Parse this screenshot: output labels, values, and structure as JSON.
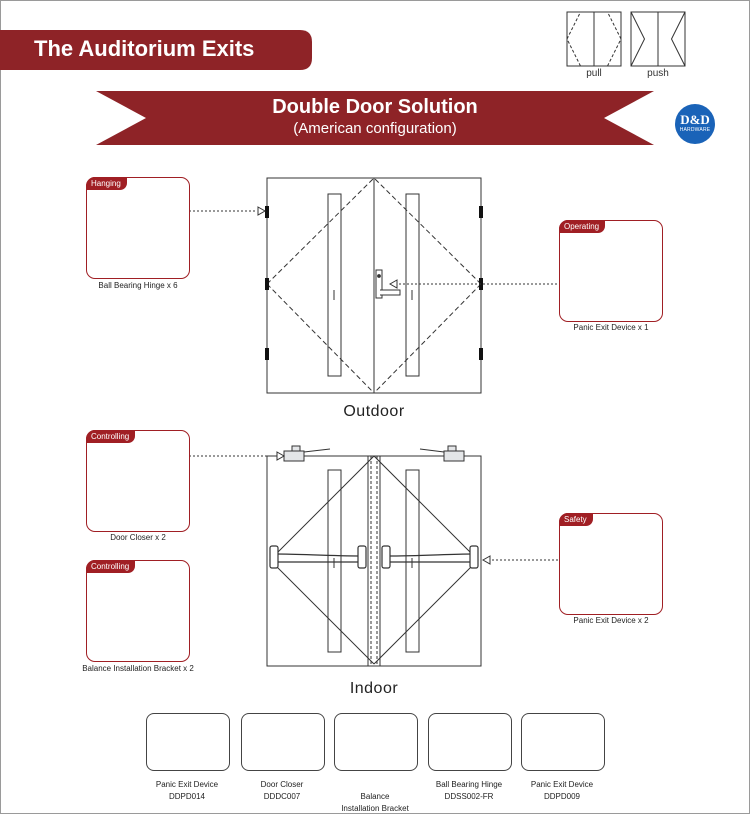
{
  "header": {
    "title": "The Auditorium Exits"
  },
  "legend": {
    "pull_label": "pull",
    "push_label": "push"
  },
  "subtitle": {
    "main": "Double Door Solution",
    "sub": "(American configuration)"
  },
  "logo": {
    "line1": "D&D",
    "line2": "HARDWARE"
  },
  "colors": {
    "brand_red": "#8e2327",
    "tag_red": "#a01f24",
    "logo_blue": "#1a63b8"
  },
  "outdoor": {
    "zone_label": "Outdoor",
    "hinge_card": {
      "tag": "Hanging",
      "caption": "Ball Bearing Hinge x 6"
    },
    "operating_card": {
      "tag": "Operating",
      "caption": "Panic Exit Device x 1"
    }
  },
  "indoor": {
    "zone_label": "Indoor",
    "closer_card": {
      "tag": "Controlling",
      "caption": "Door Closer x 2"
    },
    "bracket_card": {
      "tag": "Controlling",
      "caption": "Balance Installation Bracket x 2"
    },
    "safety_card": {
      "tag": "Safety",
      "caption": "Panic Exit Device x 2"
    }
  },
  "products": [
    {
      "name": "Panic Exit Device",
      "code": "DDPD014"
    },
    {
      "name": "Door Closer",
      "code": "DDDC007"
    },
    {
      "name": "Balance\nInstallation Bracket",
      "code": ""
    },
    {
      "name": "Ball Bearing Hinge",
      "code": "DDSS002-FR"
    },
    {
      "name": "Panic Exit Device",
      "code": "DDPD009"
    }
  ]
}
